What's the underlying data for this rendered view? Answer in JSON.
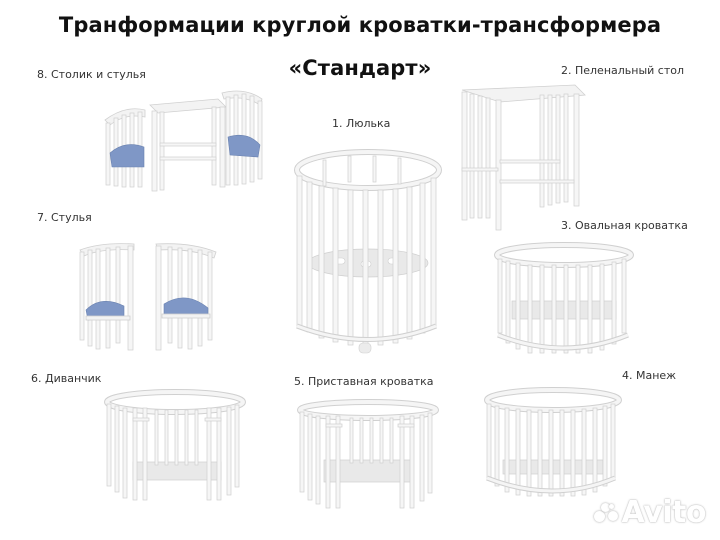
{
  "header": {
    "title_line1": "Транформации круглой кроватки-трансформера",
    "title_line2": "«Стандарт»"
  },
  "items": [
    {
      "id": 1,
      "label": "1. Люлька"
    },
    {
      "id": 2,
      "label": "2. Пеленальный стол"
    },
    {
      "id": 3,
      "label": "3. Овальная кроватка"
    },
    {
      "id": 4,
      "label": "4. Манеж"
    },
    {
      "id": 5,
      "label": "5. Приставная кроватка"
    },
    {
      "id": 6,
      "label": "6. Диванчик"
    },
    {
      "id": 7,
      "label": "7. Стулья"
    },
    {
      "id": 8,
      "label": "8. Столик и стулья"
    }
  ],
  "watermark": {
    "text": "Avito",
    "icon": "avito-dots-logo"
  },
  "colors": {
    "background": "#ffffff",
    "furniture": "#f3f3f3",
    "pillow": "#7f97c6",
    "text": "#1a1a1a"
  }
}
